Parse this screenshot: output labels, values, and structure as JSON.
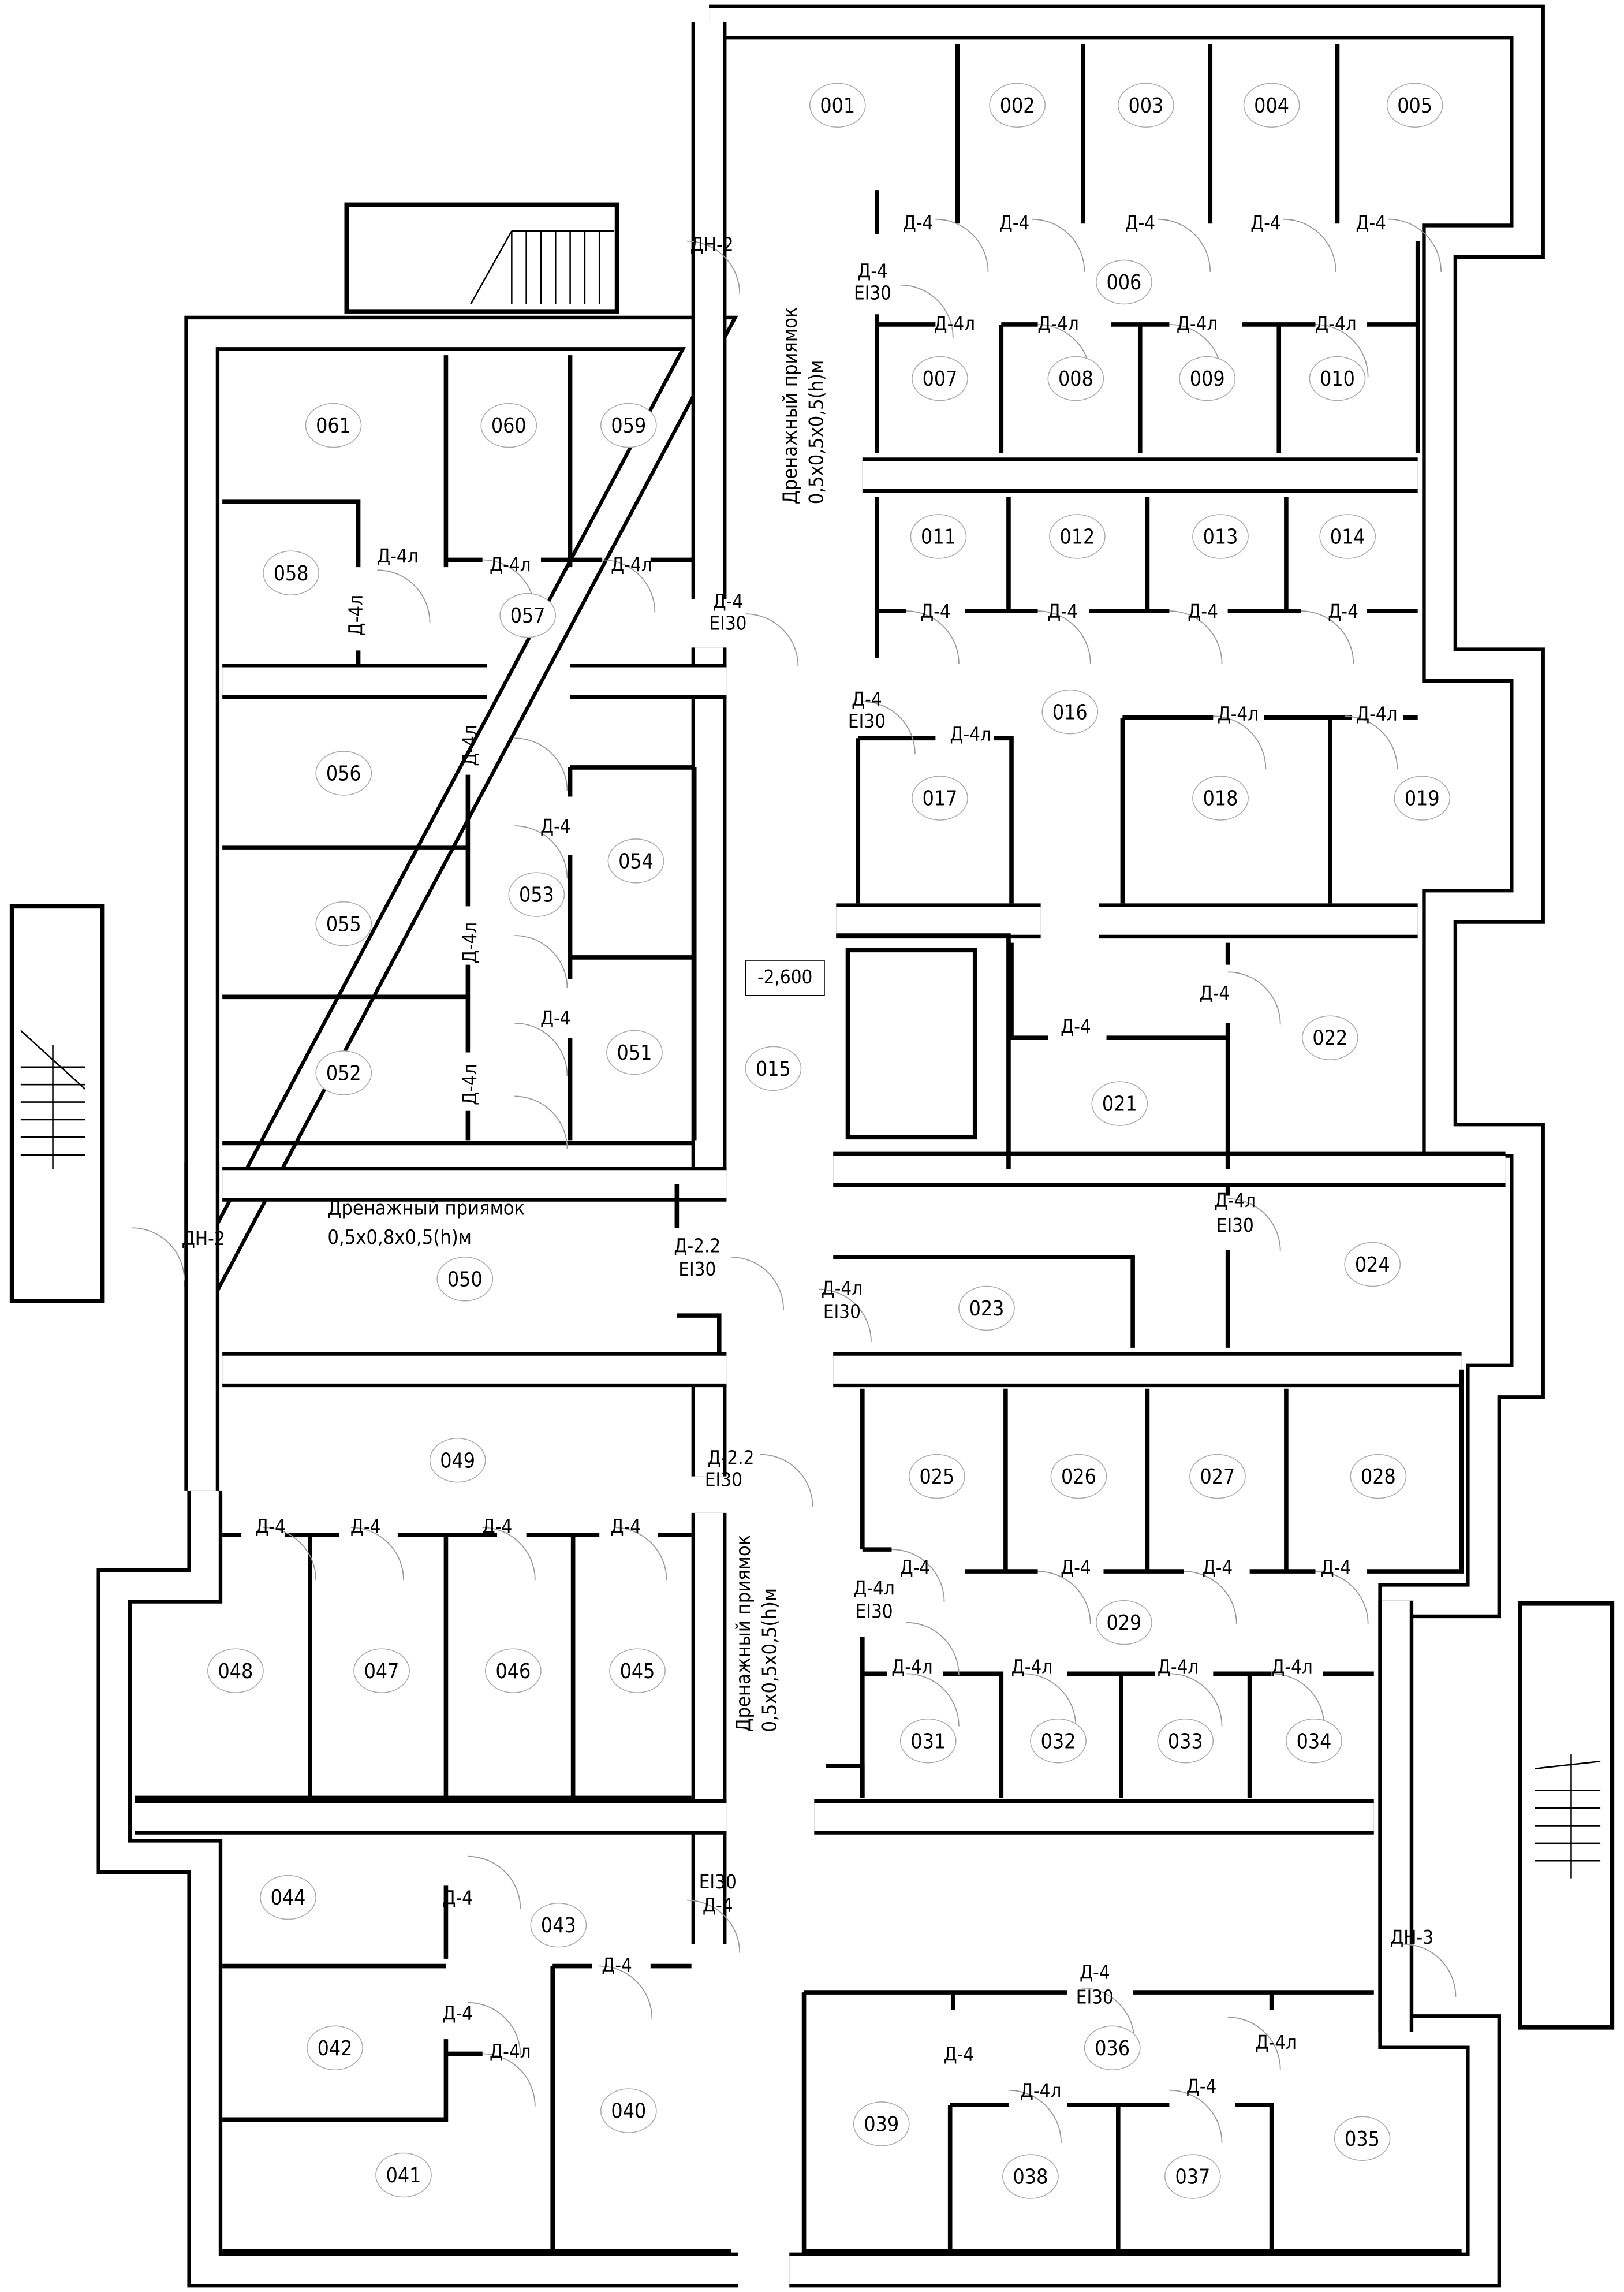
{
  "plan": {
    "level_mark": "-2,600",
    "rooms": [
      "001",
      "002",
      "003",
      "004",
      "005",
      "006",
      "007",
      "008",
      "009",
      "010",
      "011",
      "012",
      "013",
      "014",
      "015",
      "016",
      "017",
      "018",
      "019",
      "021",
      "022",
      "023",
      "024",
      "025",
      "026",
      "027",
      "028",
      "029",
      "031",
      "032",
      "033",
      "034",
      "035",
      "036",
      "037",
      "038",
      "039",
      "040",
      "041",
      "042",
      "043",
      "044",
      "045",
      "046",
      "047",
      "048",
      "049",
      "050",
      "051",
      "052",
      "053",
      "054",
      "055",
      "056",
      "057",
      "058",
      "059",
      "060",
      "061"
    ],
    "doors": [
      "Д-4",
      "Д-4",
      "Д-4",
      "Д-4",
      "Д-4",
      "Д-4",
      "EI30",
      "Д-4л",
      "Д-4л",
      "Д-4л",
      "Д-4л",
      "Д-4",
      "Д-4",
      "Д-4",
      "Д-4",
      "Д-4",
      "EI30",
      "Д-4",
      "EI30",
      "Д-4л",
      "Д-4л",
      "Д-4л",
      "Д-4л",
      "Д-4л",
      "Д-4л",
      "Д-4л",
      "Д-4л",
      "Д-4",
      "Д-4л",
      "Д-4",
      "Д-4л",
      "Д-4",
      "Д-4",
      "Д-4л",
      "EI30",
      "Д-2.2",
      "EI30",
      "Д-4л",
      "EI30",
      "Д-2.2",
      "EI30",
      "Д-4",
      "Д-4",
      "Д-4",
      "Д-4",
      "Д-4",
      "Д-4",
      "Д-4",
      "Д-4",
      "Д-4л",
      "EI30",
      "Д-4л",
      "Д-4л",
      "Д-4л",
      "Д-4л",
      "Д-4",
      "EI30",
      "Д-4",
      "Д-4",
      "Д-4",
      "Д-4л",
      "Д-4",
      "EI30",
      "Д-4",
      "Д-4л",
      "Д-4",
      "Д-4л"
    ],
    "exits": [
      "ДН-2",
      "ДН-2",
      "ДН-3"
    ],
    "drain_notes": [
      {
        "title": "Дренажный приямок",
        "size": "0,5x0,5x0,5(h)м"
      },
      {
        "title": "Дренажный приямок",
        "size": "0,5x0,8x0,5(h)м"
      },
      {
        "title": "Дренажный приямок",
        "size": "0,5x0,5x0,5(h)м"
      }
    ]
  }
}
